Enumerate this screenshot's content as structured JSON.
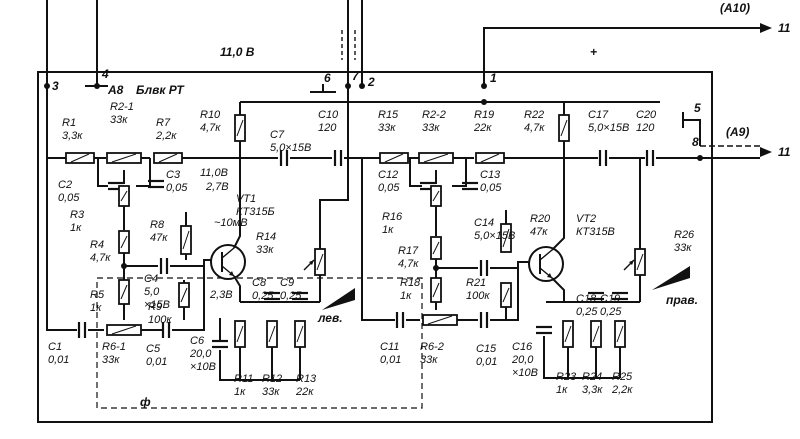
{
  "board": {
    "name": "A8",
    "unit": "Блвк РТ",
    "supply": "11,0 В",
    "plus": "+"
  },
  "pins": [
    "3",
    "4",
    "6",
    "7",
    "2",
    "1",
    "5",
    "8"
  ],
  "connectors": {
    "top_right": "(А10)",
    "right": "(А9)",
    "out_top": "11",
    "out_right": "11"
  },
  "channels": {
    "left": "лев.",
    "right": "прав.",
    "phi": "ф"
  },
  "annotations": {
    "signal": "~10мВ",
    "vt1_collector": "11,0В",
    "vt1_collector2": "2,7В",
    "vt1_emitter": "2,3В"
  },
  "components": {
    "R1": [
      "R1",
      "3,3к"
    ],
    "R2_1": [
      "R2-1",
      "33к"
    ],
    "R7": [
      "R7",
      "2,2к"
    ],
    "R10": [
      "R10",
      "4,7к"
    ],
    "C7": [
      "C7",
      "5,0×15В"
    ],
    "C10": [
      "C10",
      "120"
    ],
    "C2": [
      "C2",
      "0,05"
    ],
    "C3": [
      "C3",
      "0,05"
    ],
    "R3": [
      "R3",
      "1к"
    ],
    "R8": [
      "R8",
      "47к"
    ],
    "VT1": [
      "VT1",
      "КТ315Б"
    ],
    "R14": [
      "R14",
      "33к"
    ],
    "R4": [
      "R4",
      "4,7к"
    ],
    "R5": [
      "R5",
      "1к"
    ],
    "C4": [
      "C4",
      "5,0",
      "×15В"
    ],
    "R9": [
      "R9",
      "100к"
    ],
    "C8": [
      "C8",
      "0,25"
    ],
    "C9": [
      "C9",
      "0,25"
    ],
    "R6_1": [
      "R6-1",
      "33к"
    ],
    "C1": [
      "C1",
      "0,01"
    ],
    "C5": [
      "C5",
      "0,01"
    ],
    "C6": [
      "C6",
      "20,0",
      "×10В"
    ],
    "R11": [
      "R11",
      "1к"
    ],
    "R12": [
      "R12",
      "33к"
    ],
    "R13": [
      "R13",
      "22к"
    ],
    "R15": [
      "R15",
      "33к"
    ],
    "R2_2": [
      "R2-2",
      "33к"
    ],
    "R19": [
      "R19",
      "22к"
    ],
    "R22": [
      "R22",
      "4,7к"
    ],
    "C17": [
      "C17",
      "5,0×15В"
    ],
    "C20": [
      "C20",
      "120"
    ],
    "C12": [
      "C12",
      "0,05"
    ],
    "C13": [
      "C13",
      "0,05"
    ],
    "R16": [
      "R16",
      "1к"
    ],
    "C14": [
      "C14",
      "5,0×15В"
    ],
    "R20": [
      "R20",
      "47к"
    ],
    "VT2": [
      "VT2",
      "КТ315В"
    ],
    "R26": [
      "R26",
      "33к"
    ],
    "R17": [
      "R17",
      "4,7к"
    ],
    "R18": [
      "R18",
      "1к"
    ],
    "R21": [
      "R21",
      "100к"
    ],
    "C18": [
      "C18",
      "0,25"
    ],
    "C19": [
      "C19",
      "0,25"
    ],
    "R6_2": [
      "R6-2",
      "33к"
    ],
    "C11": [
      "C11",
      "0,01"
    ],
    "C15": [
      "C15",
      "0,01"
    ],
    "C16": [
      "C16",
      "20,0",
      "×10В"
    ],
    "R23": [
      "R23",
      "1к"
    ],
    "R24": [
      "R24",
      "3,3к"
    ],
    "R25": [
      "R25",
      "2,2к"
    ]
  }
}
